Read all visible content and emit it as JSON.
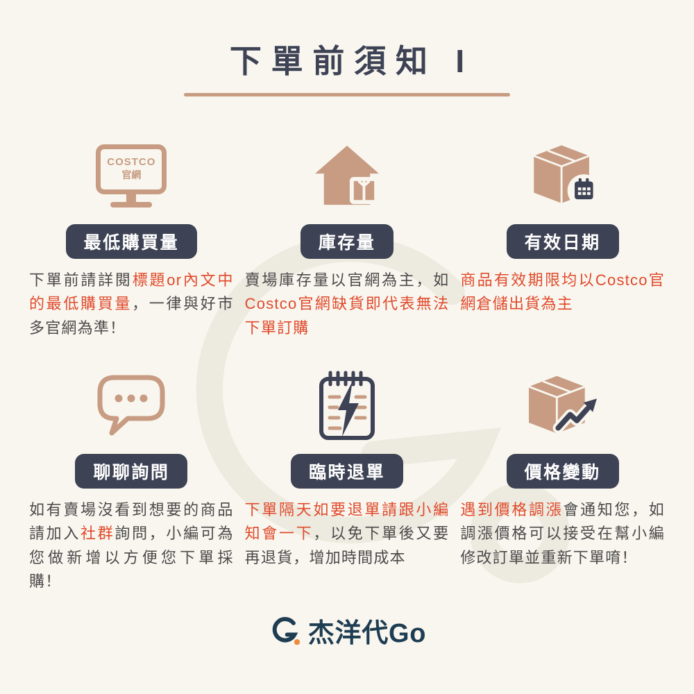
{
  "title": "下單前須知 I",
  "colors": {
    "background": "#f9f6ef",
    "tan": "#c79c82",
    "navy": "#3d4254",
    "red": "#e04a2b",
    "body_text": "#4a4a4a",
    "brand_navy": "#1e3d52",
    "brand_orange": "#ef8b3e",
    "watermark": "#edeae0"
  },
  "monitor": {
    "line1": "COSTCO",
    "line2": "官網"
  },
  "sections": [
    {
      "id": "min-purchase-qty",
      "icon": "costco-monitor-icon",
      "badge": "最低購買量",
      "segments": [
        {
          "t": "下單前請詳閱",
          "c": "n"
        },
        {
          "t": "標題or內文中的最低購買量",
          "c": "r"
        },
        {
          "t": "，一律與好市多官網為準！",
          "c": "n"
        }
      ]
    },
    {
      "id": "stock",
      "icon": "house-package-icon",
      "badge": "庫存量",
      "segments": [
        {
          "t": "賣場庫存量以官網為主，如",
          "c": "n"
        },
        {
          "t": "Costco官網缺貨即代表無法下單訂購",
          "c": "r"
        }
      ]
    },
    {
      "id": "expiry-date",
      "icon": "box-calendar-icon",
      "badge": "有效日期",
      "segments": [
        {
          "t": "商品有效期限均以Costco官網倉儲出貨為主",
          "c": "r"
        }
      ]
    },
    {
      "id": "chat-inquiry",
      "icon": "chat-bubble-icon",
      "badge": "聊聊詢問",
      "segments": [
        {
          "t": "如有賣場沒看到想要的商品請加入",
          "c": "n"
        },
        {
          "t": "社群",
          "c": "r"
        },
        {
          "t": "詢問，小編可為您做新增以方便您下單採購！",
          "c": "n"
        }
      ]
    },
    {
      "id": "temp-cancel",
      "icon": "clipboard-lightning-icon",
      "badge": "臨時退單",
      "segments": [
        {
          "t": "下單隔天如要退單請跟小編知會一下",
          "c": "r"
        },
        {
          "t": "，以免下單後又要再退貨，增加時間成本",
          "c": "n"
        }
      ]
    },
    {
      "id": "price-change",
      "icon": "box-trend-arrow-icon",
      "badge": "價格變動",
      "segments": [
        {
          "t": "遇到價格調漲",
          "c": "r"
        },
        {
          "t": "會通知您，如調漲價格可以接受在幫小編修改訂單並重新下單唷！",
          "c": "n"
        }
      ]
    }
  ],
  "footer": {
    "brand": "杰洋代Go",
    "logo_icon": "brand-g-icon"
  },
  "watermark_icon": "brand-g-watermark"
}
